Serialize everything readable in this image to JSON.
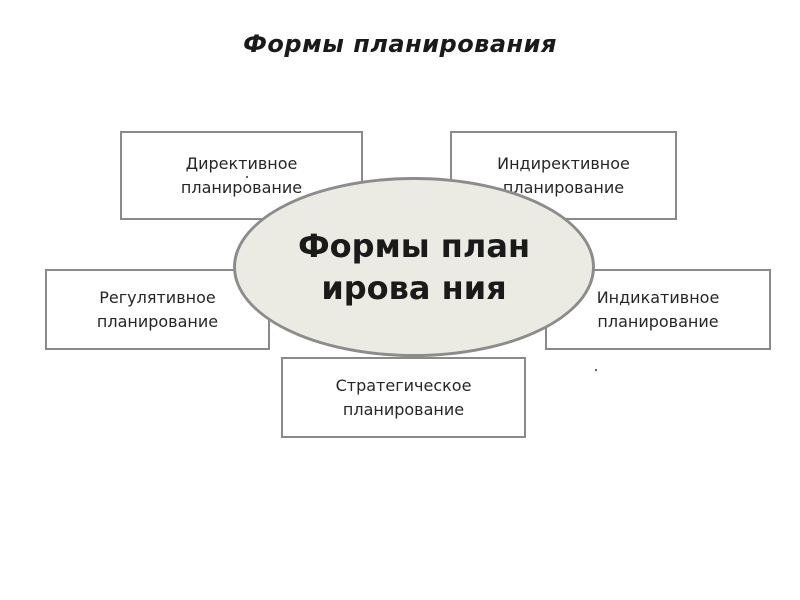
{
  "slide": {
    "title": "Формы планирования"
  },
  "diagram": {
    "center_label": "Формы планирова ния",
    "boxes": {
      "directive": "Директивное планирование",
      "indirective": "Индирективное планирование",
      "regulative": "Регулятивное планирование",
      "indicative": "Индикативное планирование",
      "strategic": "Стратегическое планирование"
    }
  },
  "colors": {
    "ellipse_fill": "#ecebe3",
    "border": "#8a8a8a",
    "text": "#262626"
  }
}
